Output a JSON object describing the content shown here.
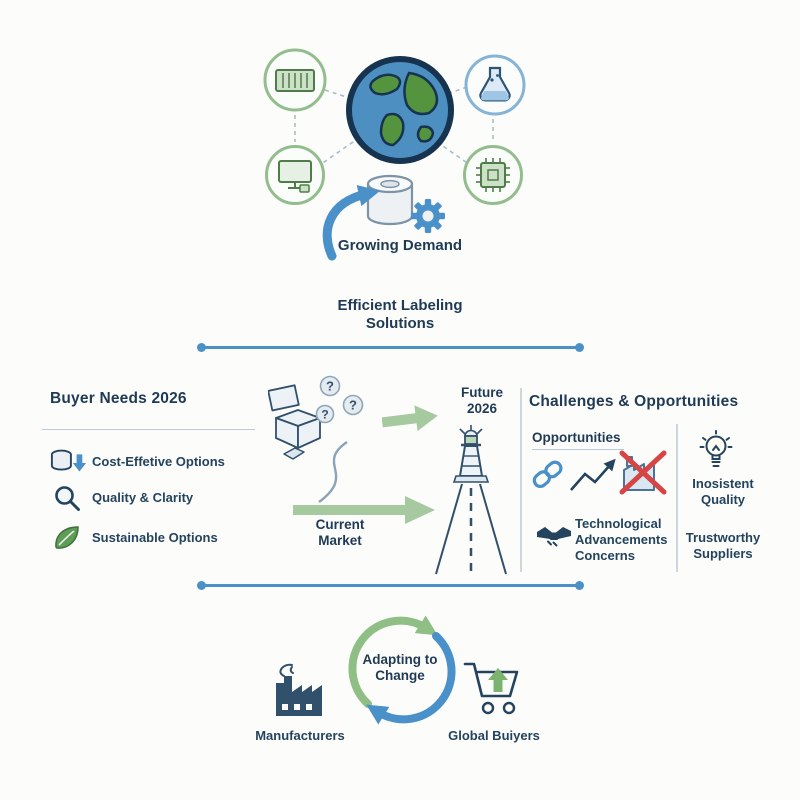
{
  "colors": {
    "navy": "#24435f",
    "accent_blue": "#4a90c9",
    "green": "#7fae70",
    "light_green_arrow": "#a6c9a0",
    "ring_green": "#93bd8d",
    "red_x": "#d64545"
  },
  "header": {
    "growing_demand": "Growing Demand",
    "title": "Efficient Labeling\nSolutions"
  },
  "buyer_needs": {
    "heading": "Buyer Needs 2026",
    "items": [
      {
        "icon": "coins-arrow-icon",
        "label": "Cost-Effetive Options"
      },
      {
        "icon": "magnifier-icon",
        "label": "Quality & Clarity"
      },
      {
        "icon": "leaf-icon",
        "label": "Sustainable Options"
      }
    ]
  },
  "market_flow": {
    "current": "Current\nMarket",
    "future": "Future\n2026",
    "question_mark": "?"
  },
  "challenges": {
    "heading": "Challenges & Opportunities",
    "subheading": "Opportunities",
    "inconsistent_quality": "Inosistent\nQuality",
    "tech_advancements": "Technological\nAdvancements\nConcerns",
    "trustworthy": "Trustworthy\nSuppliers"
  },
  "cycle": {
    "center": "Adapting to\nChange",
    "left": "Manufacturers",
    "right": "Global Buiyers"
  },
  "icons": {
    "top": [
      "container-icon",
      "flask-icon",
      "monitor-icon",
      "chip-icon",
      "globe-icon",
      "label-roll-gear-icon",
      "curved-arrow-icon"
    ],
    "middle": [
      "market-clutter-icon",
      "lighthouse-icon",
      "green-arrow",
      "chain-link-icon",
      "trend-arrow-icon",
      "factory-crossed-icon",
      "lightbulb-icon",
      "handshake-icon"
    ],
    "bottom": [
      "cycle-arrows-icon",
      "factory-icon",
      "cart-up-arrow-icon"
    ]
  }
}
